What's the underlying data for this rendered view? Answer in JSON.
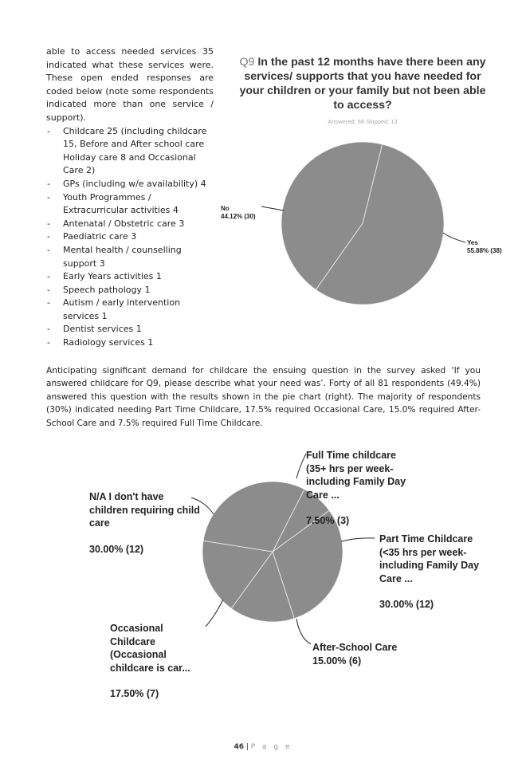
{
  "intro_text": "able to access needed services 35 indicated what these services were. These open ended responses are coded below (note some respondents indicated more than one service / support).",
  "services": [
    "Childcare 25 (including childcare 15, Before and After school care Holiday care 8 and Occasional Care 2)",
    "GPs (including w/e availability) 4",
    "Youth Programmes / Extracurricular activities 4",
    "Antenatal / Obstetric care 3",
    "Paediatric care 3",
    "Mental health / counselling support 3",
    "Early Years activities 1",
    "Speech pathology 1",
    "Autism / early intervention services 1",
    "Dentist services 1",
    "Radiology services 1"
  ],
  "q9": {
    "number": "Q9",
    "question": "In the past 12 months have there been any services/ supports that you have needed for your children or your family but not been able to access?",
    "meta": "Answered: 68   Skipped: 13"
  },
  "paragraph": "Anticipating significant demand for childcare the ensuing question in the survey asked ‘If you answered childcare for Q9, please describe what your need was’. Forty of all 81 respondents (49.4%) answered this question with the results shown in the pie chart (right). The majority of respondents (30%) indicated needing Part Time Childcare, 17.5% required Occasional Care, 15.0% required After-School Care and 7.5% required Full Time Childcare.",
  "chart_data": [
    {
      "type": "pie",
      "slices": [
        {
          "label": "Yes",
          "value_label": "55.88% (38)",
          "value": 55.88,
          "count": 38
        },
        {
          "label": "No",
          "value_label": "44.12% (30)",
          "value": 44.12,
          "count": 30
        }
      ],
      "colors": {
        "fill": "#8c8c8c",
        "stroke": "#f2f2f2"
      }
    },
    {
      "type": "pie",
      "slices": [
        {
          "label": "Full Time childcare (35+ hrs per week-including Family Day Care ...",
          "value_label": "7.50% (3)",
          "value": 7.5,
          "count": 3
        },
        {
          "label": "Part Time Childcare (<35 hrs per week-including Family Day Care ...",
          "value_label": "30.00% (12)",
          "value": 30.0,
          "count": 12
        },
        {
          "label": "After-School Care",
          "value_label": "15.00% (6)",
          "value": 15.0,
          "count": 6
        },
        {
          "label": "Occasional Childcare (Occasional childcare is car...",
          "value_label": "17.50% (7)",
          "value": 17.5,
          "count": 7
        },
        {
          "label": "N/A I don't have children requiring child care",
          "value_label": "30.00% (12)",
          "value": 30.0,
          "count": 12
        }
      ],
      "colors": {
        "fill": "#8c8c8c",
        "stroke": "#f2f2f2"
      }
    }
  ],
  "footer": {
    "page_number": "46",
    "separator": "|",
    "page_word": "P a g e"
  }
}
